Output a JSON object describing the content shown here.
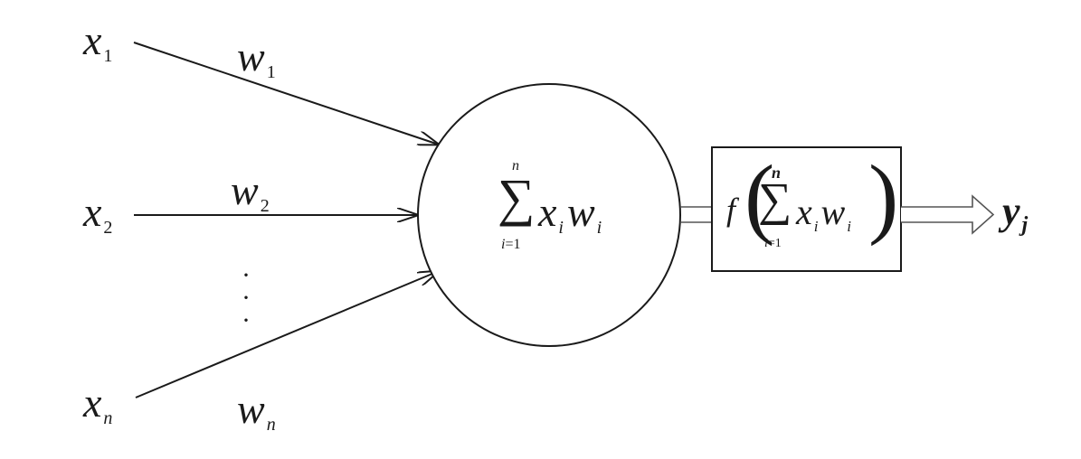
{
  "inputs": [
    {
      "symbol": "x",
      "subscript": "1"
    },
    {
      "symbol": "x",
      "subscript": "2"
    },
    {
      "symbol": "x",
      "subscript": "n"
    }
  ],
  "weights": [
    {
      "symbol": "w",
      "subscript": "1"
    },
    {
      "symbol": "w",
      "subscript": "2"
    },
    {
      "symbol": "w",
      "subscript": "n"
    }
  ],
  "ellipsis": "·",
  "summation": {
    "sigma": "∑",
    "upper": "n",
    "lower": "i=1",
    "term_x": "x",
    "term_w": "w",
    "index": "i"
  },
  "activation": {
    "function": "f",
    "open_paren": "(",
    "close_paren": ")"
  },
  "output": {
    "symbol": "y",
    "subscript": "j"
  }
}
